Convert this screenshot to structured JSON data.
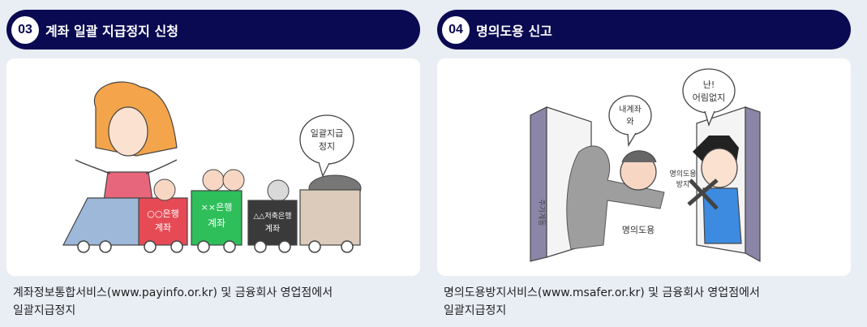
{
  "cards": [
    {
      "number": "03",
      "title": "계좌 일괄 지급정지 신청",
      "description_line1": "계좌정보통합서비스(www.payinfo.or.kr) 및 금융회사 영업점에서",
      "description_line2": "일괄지급정지",
      "illustration": {
        "speech_bubble": [
          "일괄지급",
          "정지"
        ],
        "car_labels": [
          [
            "○○은행",
            "계좌"
          ],
          [
            "××은행",
            "계좌"
          ],
          [
            "△△저축은행",
            "계좌"
          ]
        ]
      }
    },
    {
      "number": "04",
      "title": "명의도용 신고",
      "description_line1": "명의도용방지서비스(www.msafer.or.kr) 및 금융회사 영업점에서",
      "description_line2": "일괄지급정지",
      "illustration": {
        "bubble_left": [
          "내계좌",
          "와"
        ],
        "bubble_right": [
          "난!",
          "어림없지"
        ],
        "door_left_label": "주가계동",
        "label_theft": "명의도용",
        "label_protect": [
          "명의도용",
          "방지"
        ]
      }
    }
  ],
  "colors": {
    "header_bg": "#0a0a52",
    "page_bg": "#e9edf4",
    "car_red": "#e64b55",
    "car_green": "#2ebf5a",
    "car_dark": "#3a3a3a",
    "car_tan": "#dccbbb",
    "engine_blue": "#9db8d9"
  }
}
